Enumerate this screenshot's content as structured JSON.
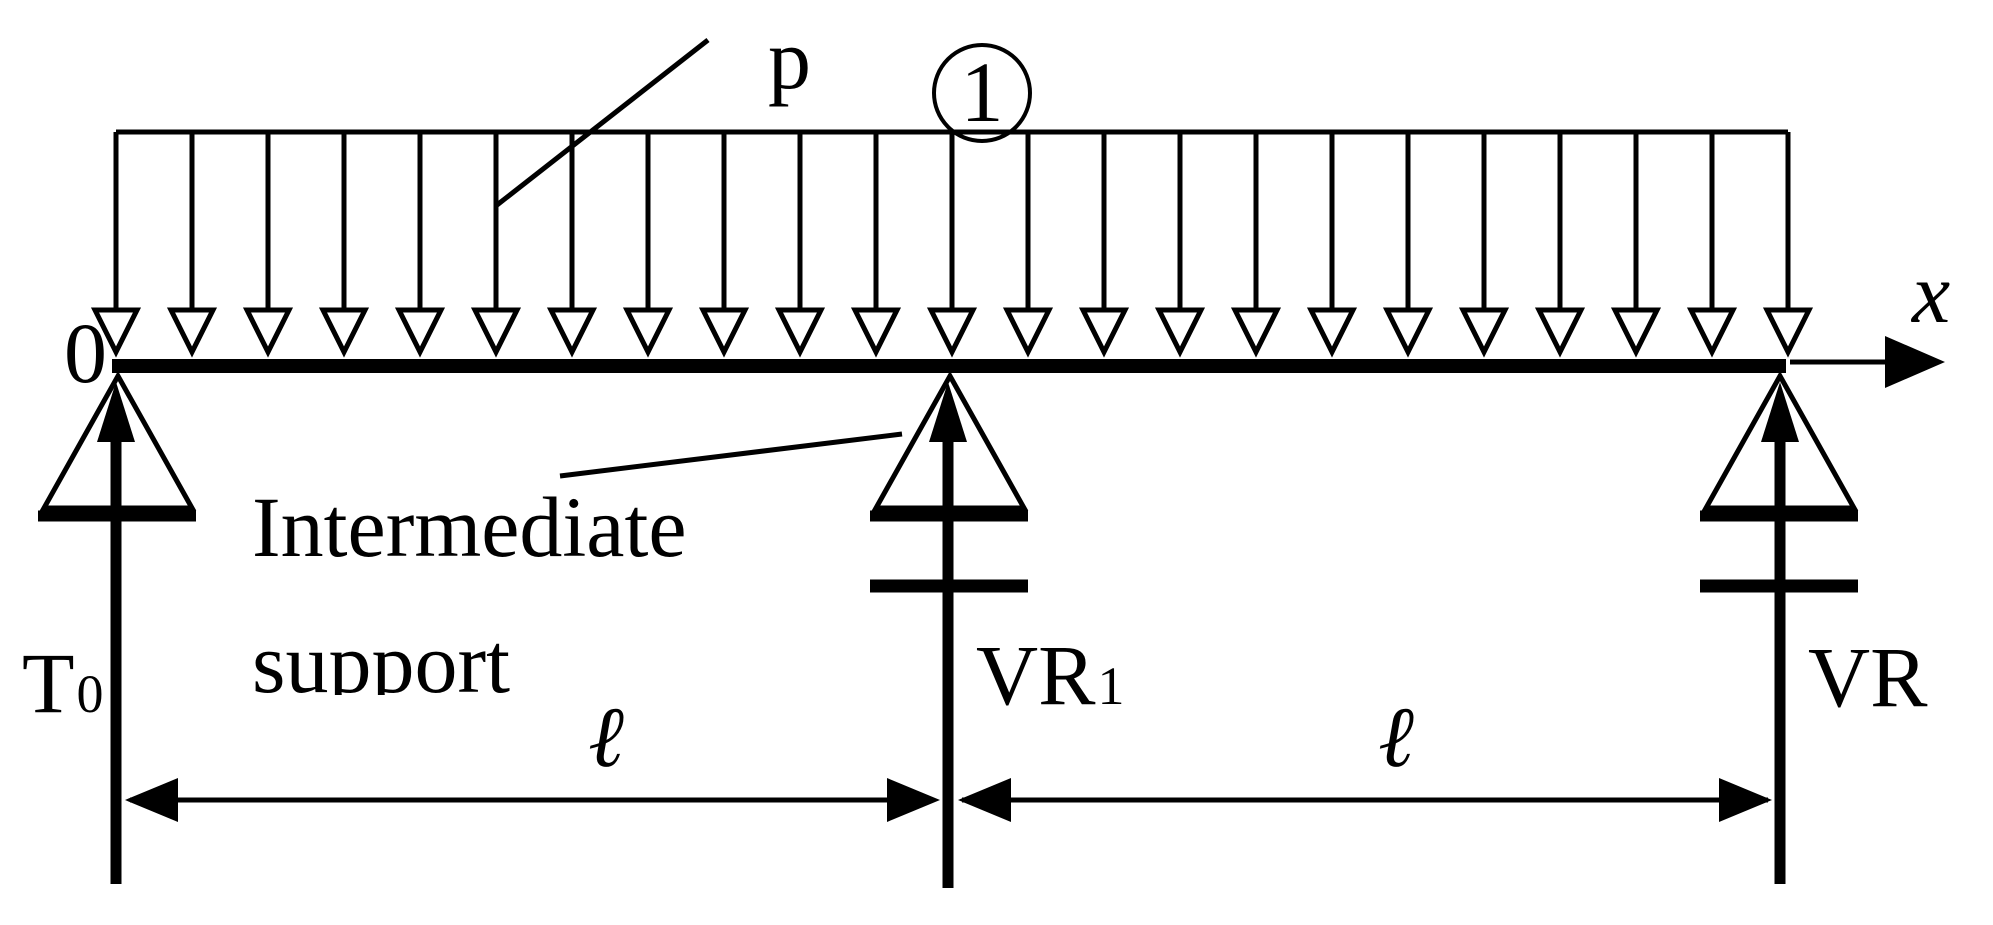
{
  "diagram": {
    "load_label": "p",
    "span_number": "1",
    "origin_label": "0",
    "axis_label": "x",
    "support_label_line1": "Intermediate",
    "support_label_line2": "support",
    "left_reaction": "T",
    "left_reaction_sub": "0",
    "middle_reaction": "VR",
    "middle_reaction_sub": "1",
    "right_reaction": "VR",
    "span_left_label": "ℓ",
    "span_right_label": "ℓ",
    "load_arrow_count": 23,
    "colors": {
      "ink": "#000000",
      "background": "#ffffff"
    }
  }
}
